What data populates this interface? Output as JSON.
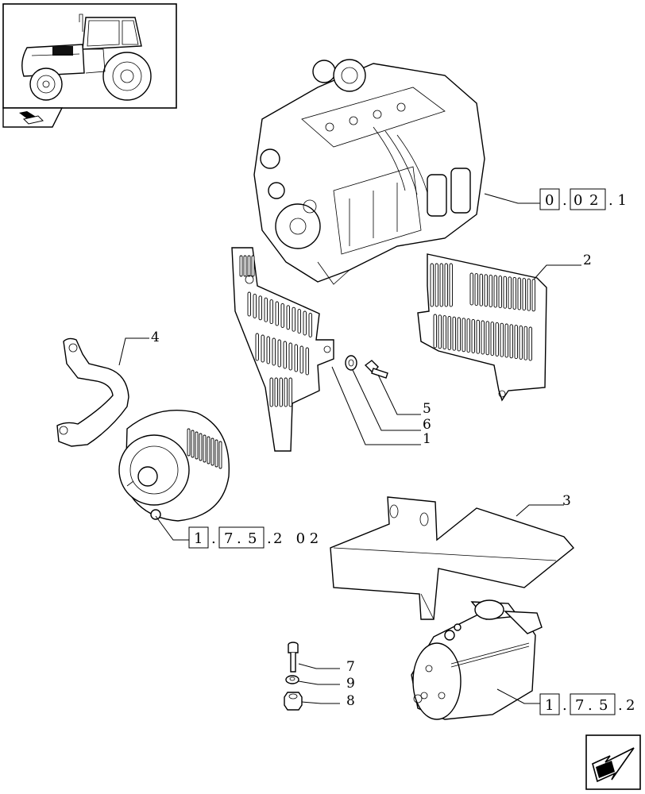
{
  "thumbnail": {
    "icon": "tractor-icon",
    "badge_icon": "engine-section-icon"
  },
  "callouts": [
    {
      "id": "1",
      "label": "1"
    },
    {
      "id": "2",
      "label": "2"
    },
    {
      "id": "3",
      "label": "3"
    },
    {
      "id": "4",
      "label": "4"
    },
    {
      "id": "5",
      "label": "5"
    },
    {
      "id": "6",
      "label": "6"
    },
    {
      "id": "7",
      "label": "7"
    },
    {
      "id": "8",
      "label": "8"
    },
    {
      "id": "9",
      "label": "9"
    }
  ],
  "references": {
    "engine": {
      "boxed": [
        "0",
        "0",
        "2"
      ],
      "suffix": ". 1"
    },
    "alternator": {
      "boxed": [
        "1",
        "7",
        "5"
      ],
      "suffix": "2   0 2"
    },
    "starter": {
      "boxed": [
        "1",
        "7",
        "5"
      ],
      "suffix": "2"
    }
  },
  "nav": {
    "icon": "next-page-arrow-icon"
  }
}
